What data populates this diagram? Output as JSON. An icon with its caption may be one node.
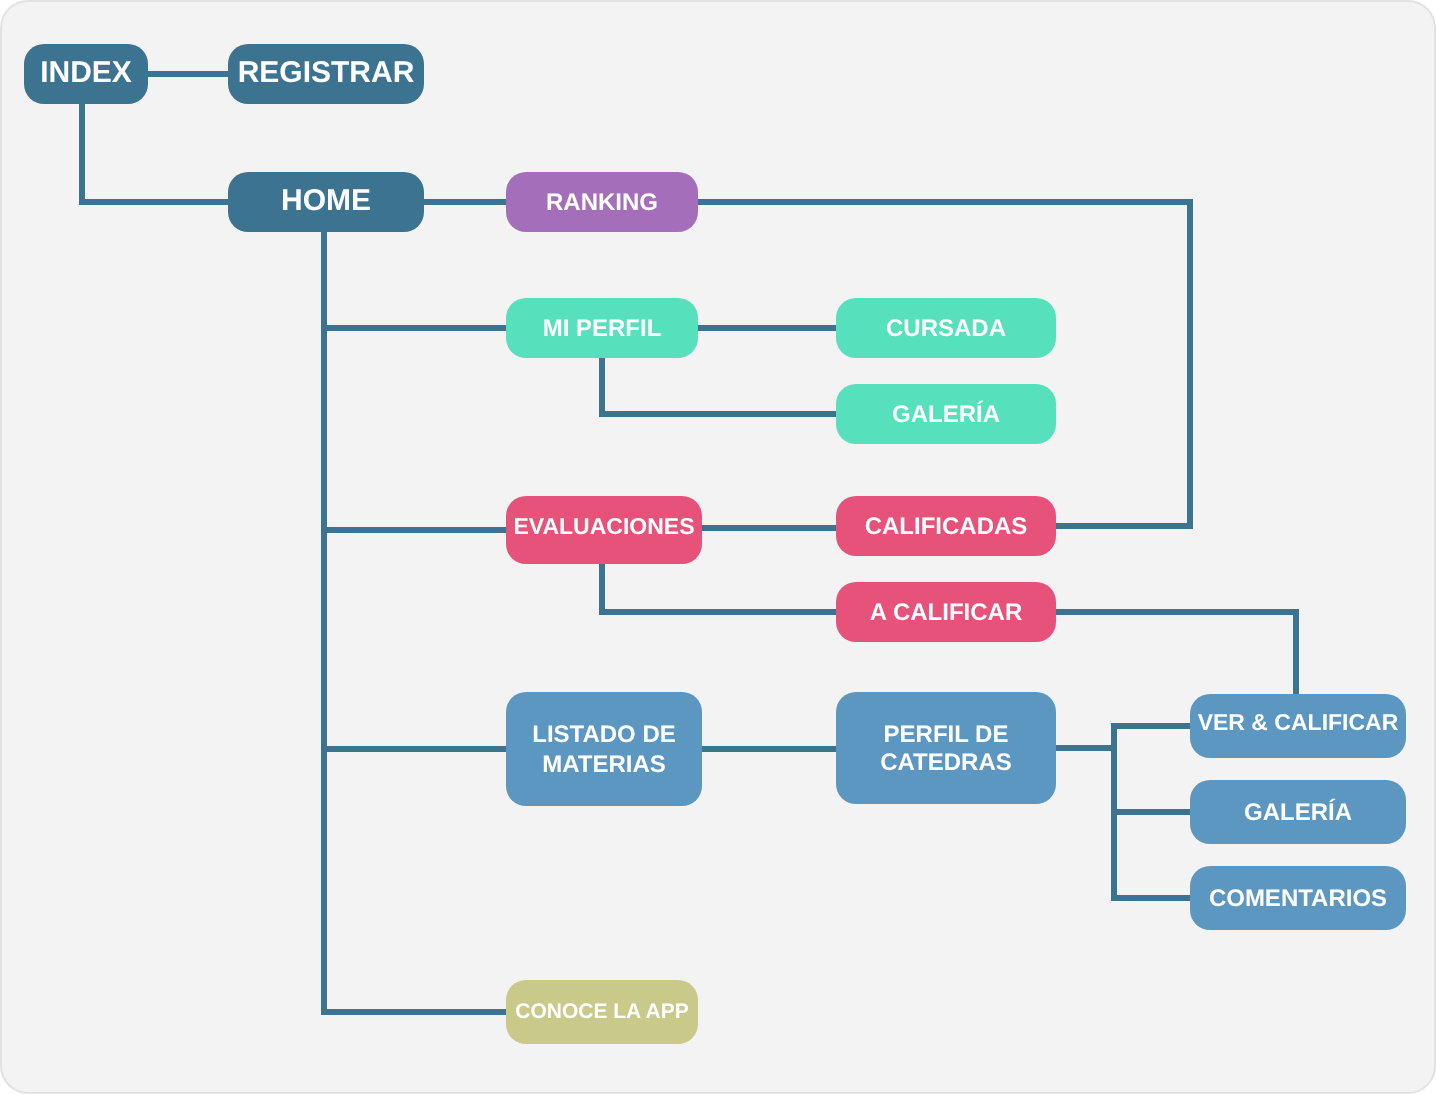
{
  "diagram": {
    "nodes": [
      {
        "text": [
          "INDEX"
        ]
      },
      {
        "text": [
          "REGISTRAR"
        ]
      },
      {
        "text": [
          "HOME"
        ]
      },
      {
        "text": [
          "RANKING"
        ]
      },
      {
        "text": [
          "MI PERFIL"
        ]
      },
      {
        "text": [
          "CURSADA"
        ]
      },
      {
        "text": [
          "GALERÍA"
        ]
      },
      {
        "text": [
          "EVALUACIONES"
        ]
      },
      {
        "text": [
          "CALIFICADAS"
        ]
      },
      {
        "text": [
          "A CALIFICAR"
        ]
      },
      {
        "text": [
          "LISTADO DE MATERIAS"
        ]
      },
      {
        "text": [
          "PERFIL DE CATEDRAS"
        ]
      },
      {
        "text": [
          "VER & CALIFICAR"
        ]
      },
      {
        "text": [
          "GALERÍA"
        ]
      },
      {
        "text": [
          "COMENTARIOS"
        ]
      },
      {
        "text": [
          "CONOCE LA APP"
        ]
      }
    ],
    "edges": [
      {
        "from": 0,
        "to": 1,
        "arrow": "none"
      },
      {
        "from": 0,
        "to": 2,
        "arrow": "none"
      },
      {
        "from": 2,
        "to": 3,
        "arrow": "none"
      },
      {
        "from": 2,
        "to": 4,
        "arrow": "none"
      },
      {
        "from": 2,
        "to": 7,
        "arrow": "none"
      },
      {
        "from": 2,
        "to": 10,
        "arrow": "none"
      },
      {
        "from": 2,
        "to": 15,
        "arrow": "none"
      },
      {
        "from": 4,
        "to": 5,
        "arrow": "none"
      },
      {
        "from": 4,
        "to": 6,
        "arrow": "none"
      },
      {
        "from": 7,
        "to": 8,
        "arrow": "none"
      },
      {
        "from": 7,
        "to": 9,
        "arrow": "none"
      },
      {
        "from": 10,
        "to": 11,
        "arrow": "none"
      },
      {
        "from": 11,
        "to": 12,
        "arrow": "none"
      },
      {
        "from": 11,
        "to": 13,
        "arrow": "none"
      },
      {
        "from": 11,
        "to": 14,
        "arrow": "none"
      },
      {
        "from": 3,
        "to": 8,
        "arrow": "none"
      },
      {
        "from": 9,
        "to": 12,
        "arrow": "none"
      }
    ]
  }
}
